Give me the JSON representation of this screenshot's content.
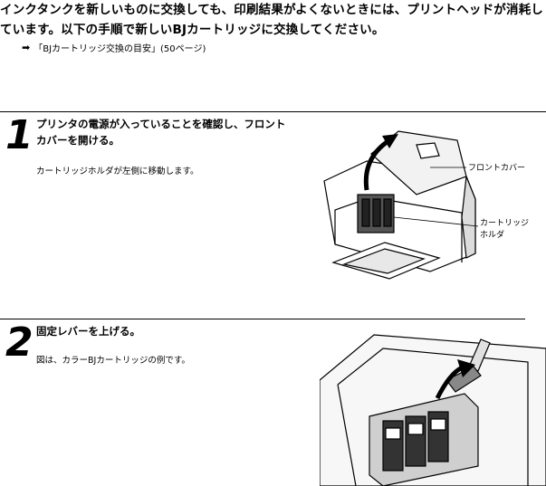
{
  "intro": {
    "line1": "インクタンクを新しいものに交換しても、印刷結果がよくないときには、プリントヘッドが消耗し",
    "line2": "ています。以下の手順で新しいBJカートリッジに交換してください。"
  },
  "reference": {
    "arrow_icon": "right-arrow-icon",
    "text": "「BJカートリッジ交換の目安」(50ページ)"
  },
  "steps": [
    {
      "number": "1",
      "title_line1": "プリンタの電源が入っていることを確認し、フロント",
      "title_line2": "カバーを開ける。",
      "description": "カートリッジホルダが左側に移動します。",
      "callouts": {
        "front_cover": "フロントカバー",
        "holder_line1": "カートリッジ",
        "holder_line2": "ホルダ"
      }
    },
    {
      "number": "2",
      "title": "固定レバーを上げる。",
      "description": "図は、カラーBJカートリッジの例です。"
    }
  ]
}
